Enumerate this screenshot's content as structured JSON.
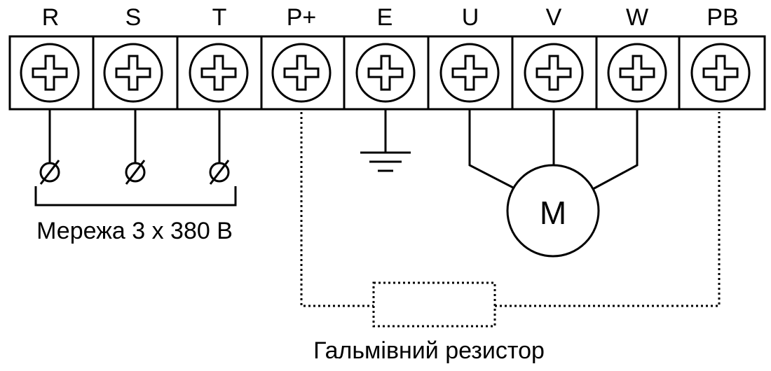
{
  "terminals": [
    {
      "label": "R"
    },
    {
      "label": "S"
    },
    {
      "label": "T"
    },
    {
      "label": "P+"
    },
    {
      "label": "E"
    },
    {
      "label": "U"
    },
    {
      "label": "V"
    },
    {
      "label": "W"
    },
    {
      "label": "PB"
    }
  ],
  "mains_caption": "Мережа 3 x 380 В",
  "motor_label": "M",
  "resistor_caption": "Гальмівний резистор",
  "colors": {
    "stroke": "#000000",
    "background": "#ffffff"
  }
}
